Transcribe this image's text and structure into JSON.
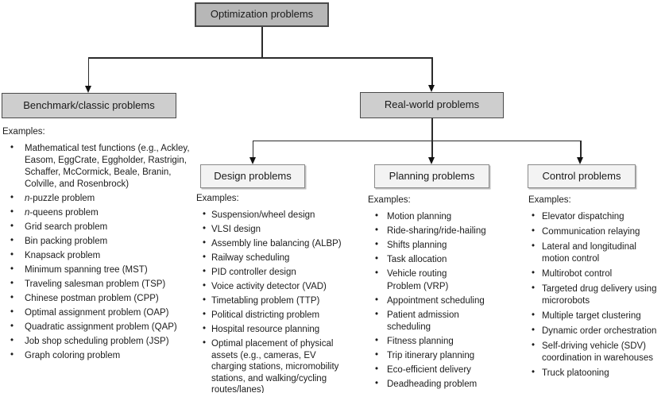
{
  "root_label": "Optimization problems",
  "level2": {
    "benchmark_label": "Benchmark/classic problems",
    "realworld_label": "Real-world problems"
  },
  "level3": {
    "design_label": "Design problems",
    "planning_label": "Planning problems",
    "control_label": "Control problems"
  },
  "benchmark": {
    "heading": "Examples:",
    "items": [
      "Mathematical test functions (e.g., Ackley,\nEasom, EggCrate, Eggholder, Rastrigin,\nSchaffer, McCormick, Beale, Branin,\nColville, and Rosenbrock)",
      "*n*-puzzle problem",
      "*n*-queens problem",
      "Grid search problem",
      "Bin packing problem",
      "Knapsack problem",
      "Minimum spanning tree (MST)",
      "Traveling salesman problem (TSP)",
      "Chinese postman problem (CPP)",
      "Optimal assignment problem (OAP)",
      "Quadratic assignment problem (QAP)",
      "Job shop scheduling problem (JSP)",
      "Graph coloring problem"
    ]
  },
  "design": {
    "heading": "Examples:",
    "items": [
      "Suspension/wheel design",
      "VLSI design",
      "Assembly line balancing (ALBP)",
      "Railway scheduling",
      "PID controller design",
      "Voice activity detector (VAD)",
      "Timetabling problem (TTP)",
      "Political districting problem",
      "Hospital resource planning",
      "Optimal placement of physical\nassets (e.g., cameras, EV\ncharging stations, micromobility\nstations, and walking/cycling\nroutes/lanes)"
    ]
  },
  "planning": {
    "heading": "Examples:",
    "items": [
      "Motion planning",
      "Ride-sharing/ride-hailing",
      "Shifts planning",
      "Task allocation",
      "Vehicle routing\nProblem (VRP)",
      "Appointment scheduling",
      "Patient admission\nscheduling",
      "Fitness planning",
      "Trip itinerary planning",
      "Eco-efficient delivery",
      "Deadheading problem"
    ]
  },
  "control": {
    "heading": "Examples:",
    "items": [
      "Elevator dispatching",
      "Communication relaying",
      "Lateral and longitudinal\nmotion control",
      "Multirobot control",
      "Targeted drug delivery using\nmicrorobots",
      "Multiple target clustering",
      "Dynamic order orchestration",
      "Self-driving vehicle (SDV)\ncoordination in warehouses",
      "Truck platooning"
    ]
  },
  "colors": {
    "level1_fill": "#b7b7b7",
    "level2_fill": "#cecece",
    "level3_fill": "#f3f3f3",
    "box_border_dark": "#4a4a4a",
    "box_border_light": "#8a8a8a",
    "connector_line": "#2b2b2b",
    "text": "#1a1a1a",
    "background": "#ffffff"
  }
}
